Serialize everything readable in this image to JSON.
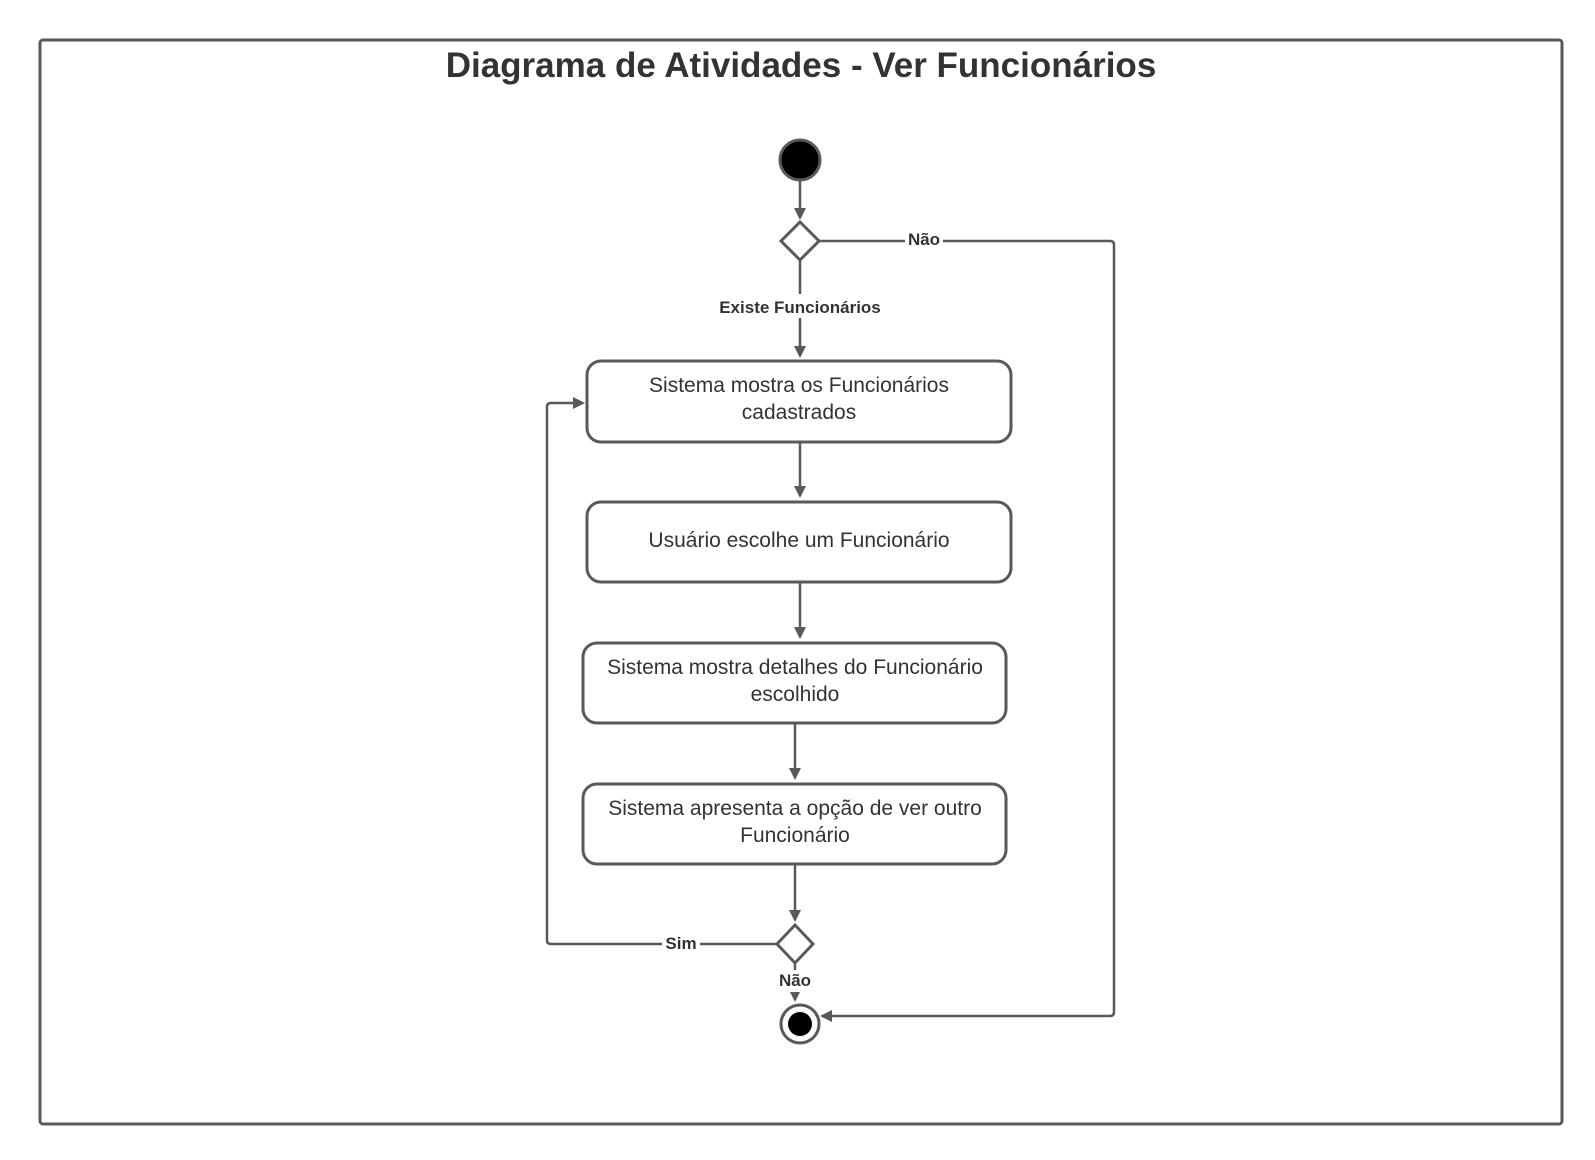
{
  "diagram": {
    "title": "Diagrama de Atividades - Ver Funcionários",
    "activities": [
      {
        "line1": "Sistema mostra os Funcionários",
        "line2": "cadastrados"
      },
      {
        "line1": "Usuário escolhe um Funcionário",
        "line2": ""
      },
      {
        "line1": "Sistema mostra detalhes do Funcionário",
        "line2": "escolhido"
      },
      {
        "line1": "Sistema apresenta a opção de ver outro",
        "line2": "Funcionário"
      }
    ],
    "guards": {
      "first_decision_no": "Não",
      "first_decision_yes": "Existe Funcionários",
      "second_decision_yes": "Sim",
      "second_decision_no": "Não"
    },
    "colors": {
      "stroke": "#595959",
      "text": "#333333",
      "node_fill": "#000000"
    }
  }
}
